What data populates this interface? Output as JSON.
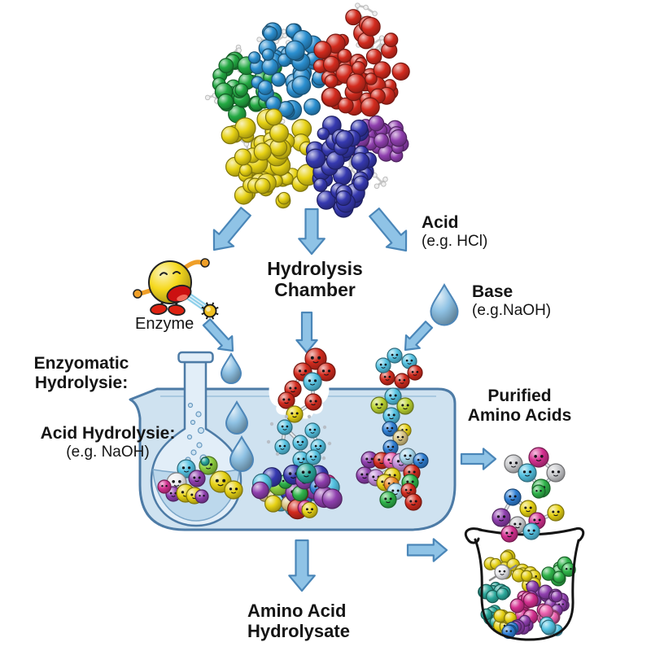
{
  "labels": {
    "chamber": {
      "line1": "Hydrolysis",
      "line2": "Chamber"
    },
    "acid": {
      "title": "Acid",
      "subtitle": "(e.g. HCl)"
    },
    "base": {
      "title": "Base",
      "subtitle": "(e.g.NaOH)"
    },
    "enzyme": "Enzyme",
    "enzymatic": {
      "line1": "Enzyomatic",
      "line2": "Hydrolysie:"
    },
    "acid_hydrolysis": {
      "title": "Acid Hydrolysie:",
      "subtitle": "(e.g. NaOH)"
    },
    "purified": {
      "line1": "Purified",
      "line2": "Amino Acids"
    },
    "hydrolysate": {
      "line1": "Amino Acid",
      "line2": "Hydrolysate"
    }
  },
  "palette": {
    "background": "#ffffff",
    "text": "#141414",
    "arrow_fill": "#8fc3e6",
    "arrow_stroke": "#4a86b8",
    "tank_fill": "#cfe2f0",
    "tank_stroke": "#4d7ba6",
    "water_line": "#a8c8e0",
    "flask_fill": "#e2eef8",
    "flask_liquid": "#bcd8ec",
    "drop_fill": "#8fc2e4",
    "drop_stroke": "#4d86b8",
    "enzyme_body": "#f6d91e",
    "enzyme_limb": "#ef9f28",
    "enzyme_shoe": "#dd2211",
    "enzyme_outline": "#222222",
    "enzyme_beam": "#8fd0ea",
    "enzyme_mouth": "#cc1111",
    "beaker_stroke": "#141414",
    "bond_dark": "#9aa0a8",
    "bond_light": "#e8eaec",
    "stick_gray": "#c6c6c6",
    "stick_joint": "#efefef",
    "spheres": {
      "red": "#d32b1e",
      "blue": "#2f7fd4",
      "protein_blue": "#2b8fd0",
      "cyan": "#54c2e2",
      "green": "#2fb44a",
      "protein_green": "#23a943",
      "yellow": "#e7d214",
      "navy": "#3639b0",
      "purple": "#8f3fae",
      "magenta": "#d43090",
      "teal": "#2aa89b",
      "tan": "#d9c583",
      "gray": "#c9cacd",
      "white": "#ebebee",
      "lime": "#8ed03e",
      "pink": "#ea5fae",
      "lavender": "#c08ad8",
      "lightblue": "#a8d8ee",
      "orange": "#ee8822",
      "yellowgreen": "#bcd431",
      "gold": "#f0c020",
      "cream": "#ddd8c0"
    }
  }
}
